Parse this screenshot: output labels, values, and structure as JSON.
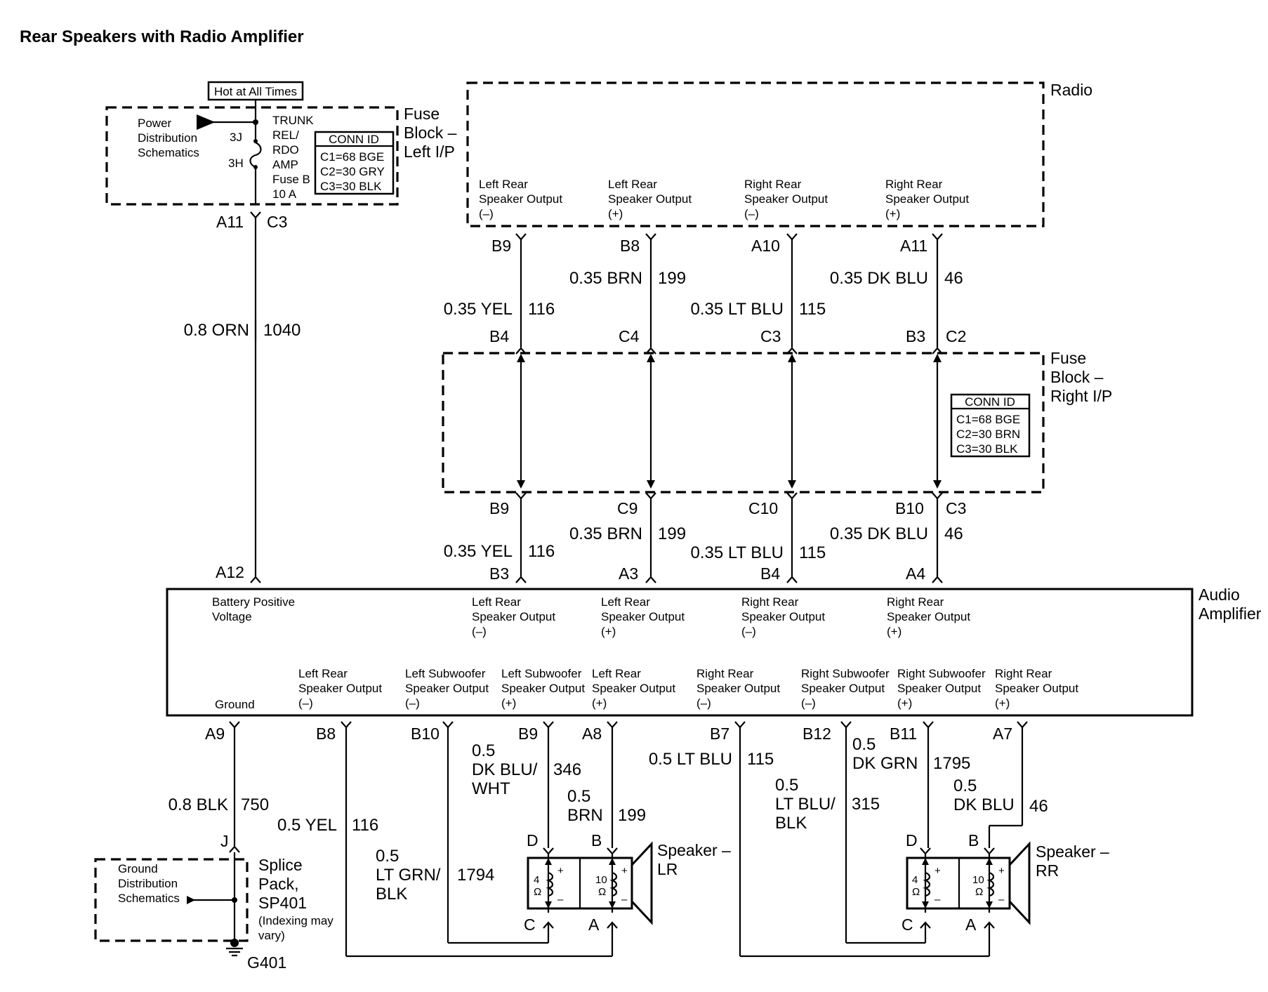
{
  "title": "Rear Speakers with Radio Amplifier",
  "hot_label": "Hot at All Times",
  "fuse_left": {
    "name": [
      "Fuse",
      "Block –",
      "Left I/P"
    ],
    "power_ref": [
      "Power",
      "Distribution",
      "Schematics"
    ],
    "pin_3j": "3J",
    "pin_3h": "3H",
    "fuse_name": [
      "TRUNK",
      "REL/",
      "RDO",
      "AMP",
      "Fuse B",
      "10 A"
    ],
    "conn_id_title": "CONN ID",
    "conn_ids": [
      "C1=68 BGE",
      "C2=30 GRY",
      "C3=30 BLK"
    ]
  },
  "radio": {
    "name": "Radio",
    "outputs": [
      [
        "Left Rear",
        "Speaker Output",
        "(–)"
      ],
      [
        "Left Rear",
        "Speaker Output",
        "(+)"
      ],
      [
        "Right Rear",
        "Speaker Output",
        "(–)"
      ],
      [
        "Right Rear",
        "Speaker Output",
        "(+)"
      ]
    ],
    "pins": [
      "B9",
      "B8",
      "A10",
      "A11"
    ]
  },
  "fuse_right": {
    "name": [
      "Fuse",
      "Block –",
      "Right I/P"
    ],
    "conn_id_title": "CONN ID",
    "conn_ids": [
      "C1=68 BGE",
      "C2=30 BRN",
      "C3=30 BLK"
    ],
    "top_pins": [
      "B4",
      "C4",
      "C3",
      "B3",
      "C2"
    ],
    "bottom_pins": [
      "B9",
      "C9",
      "C10",
      "B10",
      "C3"
    ]
  },
  "power_wire": {
    "pin_a11": "A11",
    "pin_c3": "C3",
    "wire": "0.8 ORN",
    "circuit": "1040",
    "amp_pin": "A12"
  },
  "upper_wires": [
    {
      "wire": "0.35 YEL",
      "circuit": "116"
    },
    {
      "wire": "0.35 BRN",
      "circuit": "199"
    },
    {
      "wire": "0.35 LT BLU",
      "circuit": "115"
    },
    {
      "wire": "0.35 DK BLU",
      "circuit": "46"
    }
  ],
  "middle_wires": [
    {
      "wire": "0.35 YEL",
      "circuit": "116"
    },
    {
      "wire": "0.35 BRN",
      "circuit": "199"
    },
    {
      "wire": "0.35 LT BLU",
      "circuit": "115"
    },
    {
      "wire": "0.35 DK BLU",
      "circuit": "46"
    }
  ],
  "amplifier": {
    "name": [
      "Audio",
      "Amplifier"
    ],
    "top_pins": [
      "B3",
      "A3",
      "B4",
      "A4"
    ],
    "batt_label": [
      "Battery Positive",
      "Voltage"
    ],
    "top_outputs": [
      [
        "Left Rear",
        "Speaker Output",
        "(–)"
      ],
      [
        "Left Rear",
        "Speaker Output",
        "(+)"
      ],
      [
        "Right Rear",
        "Speaker Output",
        "(–)"
      ],
      [
        "Right Rear",
        "Speaker Output",
        "(+)"
      ]
    ],
    "ground_label": "Ground",
    "bottom_outputs": [
      [
        "Left Rear",
        "Speaker Output",
        "(–)"
      ],
      [
        "Left Subwoofer",
        "Speaker Output",
        "(–)"
      ],
      [
        "Left Subwoofer",
        "Speaker Output",
        "(+)"
      ],
      [
        "Left Rear",
        "Speaker Output",
        "(+)"
      ],
      [
        "Right Rear",
        "Speaker Output",
        "(–)"
      ],
      [
        "Right Subwoofer",
        "Speaker Output",
        "(–)"
      ],
      [
        "Right Subwoofer",
        "Speaker Output",
        "(+)"
      ],
      [
        "Right Rear",
        "Speaker Output",
        "(+)"
      ]
    ],
    "bottom_pins": [
      "A9",
      "B8",
      "B10",
      "B9",
      "A8",
      "B7",
      "B12",
      "B11",
      "A7"
    ]
  },
  "lower_wires": {
    "ground": {
      "wire": "0.8 BLK",
      "circuit": "750"
    },
    "lr_neg": {
      "wire": "0.5 YEL",
      "circuit": "116"
    },
    "lsub_neg": {
      "wire": [
        "0.5",
        "LT GRN/",
        "BLK"
      ],
      "circuit": "1794"
    },
    "lsub_pos": {
      "wire": [
        "0.5",
        "DK BLU/",
        "WHT"
      ],
      "circuit": "346"
    },
    "lr_pos": {
      "wire": [
        "0.5",
        "BRN"
      ],
      "circuit": "199"
    },
    "rr_neg": {
      "wire": "0.5 LT BLU",
      "circuit": "115"
    },
    "rsub_neg": {
      "wire": [
        "0.5",
        "LT BLU/",
        "BLK"
      ],
      "circuit": "315"
    },
    "rsub_pos": {
      "wire": [
        "0.5",
        "DK GRN"
      ],
      "circuit": "1795"
    },
    "rr_pos": {
      "wire": [
        "0.5",
        "DK BLU"
      ],
      "circuit": "46"
    }
  },
  "splice": {
    "pin": "J",
    "name": [
      "Splice",
      "Pack,",
      "SP401"
    ],
    "note": [
      "(Indexing may",
      "vary)"
    ],
    "ground_ref": [
      "Ground",
      "Distribution",
      "Schematics"
    ],
    "ground_name": "G401"
  },
  "speaker_lr": {
    "name": [
      "Speaker –",
      "LR"
    ],
    "pins": [
      "D",
      "B",
      "C",
      "A"
    ],
    "ohm_small": [
      "4",
      "Ω"
    ],
    "ohm_large": [
      "10",
      "Ω"
    ]
  },
  "speaker_rr": {
    "name": [
      "Speaker –",
      "RR"
    ],
    "pins": [
      "D",
      "B",
      "C",
      "A"
    ],
    "ohm_small": [
      "4",
      "Ω"
    ],
    "ohm_large": [
      "10",
      "Ω"
    ]
  }
}
